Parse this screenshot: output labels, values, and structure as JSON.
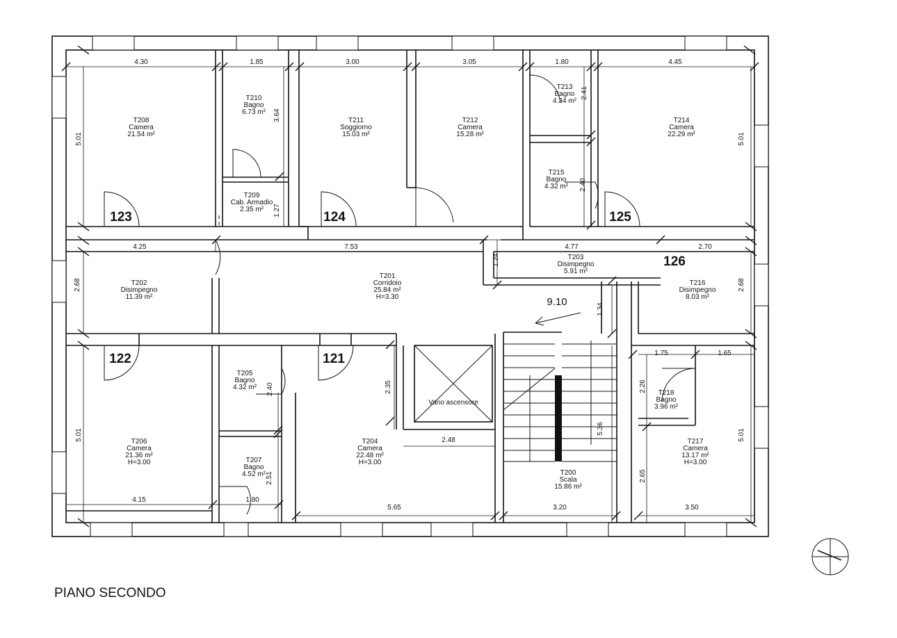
{
  "title": "PIANO SECONDO",
  "rooms": [
    {
      "code": "T208",
      "type": "Camera",
      "area": "21.54 m²"
    },
    {
      "code": "T210",
      "type": "Bagno",
      "area": "6.73 m²"
    },
    {
      "code": "T209",
      "type": "Cab. Armadio",
      "area": "2.35 m²"
    },
    {
      "code": "T211",
      "type": "Soggiorno",
      "area": "15.03 m²"
    },
    {
      "code": "T212",
      "type": "Camera",
      "area": "15.28 m²"
    },
    {
      "code": "T213",
      "type": "Bagno",
      "area": "4.34 m²"
    },
    {
      "code": "T215",
      "type": "Bagno",
      "area": "4.32 m²"
    },
    {
      "code": "T214",
      "type": "Camera",
      "area": "22.29 m²"
    },
    {
      "code": "T202",
      "type": "Disimpegno",
      "area": "11.39 m²"
    },
    {
      "code": "T201",
      "type": "Corridoio",
      "area": "25.84 m²",
      "height": "H=3.30"
    },
    {
      "code": "T203",
      "type": "Disimpegno",
      "area": "5.91 m²"
    },
    {
      "code": "T216",
      "type": "Disimpegno",
      "area": "8.03 m²"
    },
    {
      "code": "T206",
      "type": "Camera",
      "area": "21.36 m²",
      "height": "H=3.00"
    },
    {
      "code": "T205",
      "type": "Bagno",
      "area": "4.32 m²"
    },
    {
      "code": "T207",
      "type": "Bagno",
      "area": "4.52 m²"
    },
    {
      "code": "T204",
      "type": "Camera",
      "area": "22.48 m²",
      "height": "H=3.00"
    },
    {
      "code": "T200",
      "type": "Scala",
      "area": "15.86 m²"
    },
    {
      "code": "T218",
      "type": "Bagno",
      "area": "3.96 m²"
    },
    {
      "code": "T217",
      "type": "Camera",
      "area": "13.17 m²",
      "height": "H=3.00"
    }
  ],
  "units": [
    "123",
    "124",
    "125",
    "126",
    "122",
    "121"
  ],
  "dimensions": [
    "4.30",
    "1.85",
    "3.00",
    "3.05",
    "1.80",
    "4.45",
    "5.01",
    "3.64",
    "1.27",
    "2.41",
    "2.40",
    "5.01",
    "4.25",
    "7.53",
    "4.77",
    "2.70",
    "1.24",
    "2.68",
    "2.68",
    "9.10",
    "1.34",
    "1.75",
    "1.65",
    "2.35",
    "2.40",
    "2.26",
    "5.01",
    "5.36",
    "5.01",
    "2.48",
    "2.51",
    "2.65",
    "4.15",
    "1.80",
    "5.65",
    "3.20",
    "3.50"
  ],
  "elevator_label": "Vano ascensore"
}
